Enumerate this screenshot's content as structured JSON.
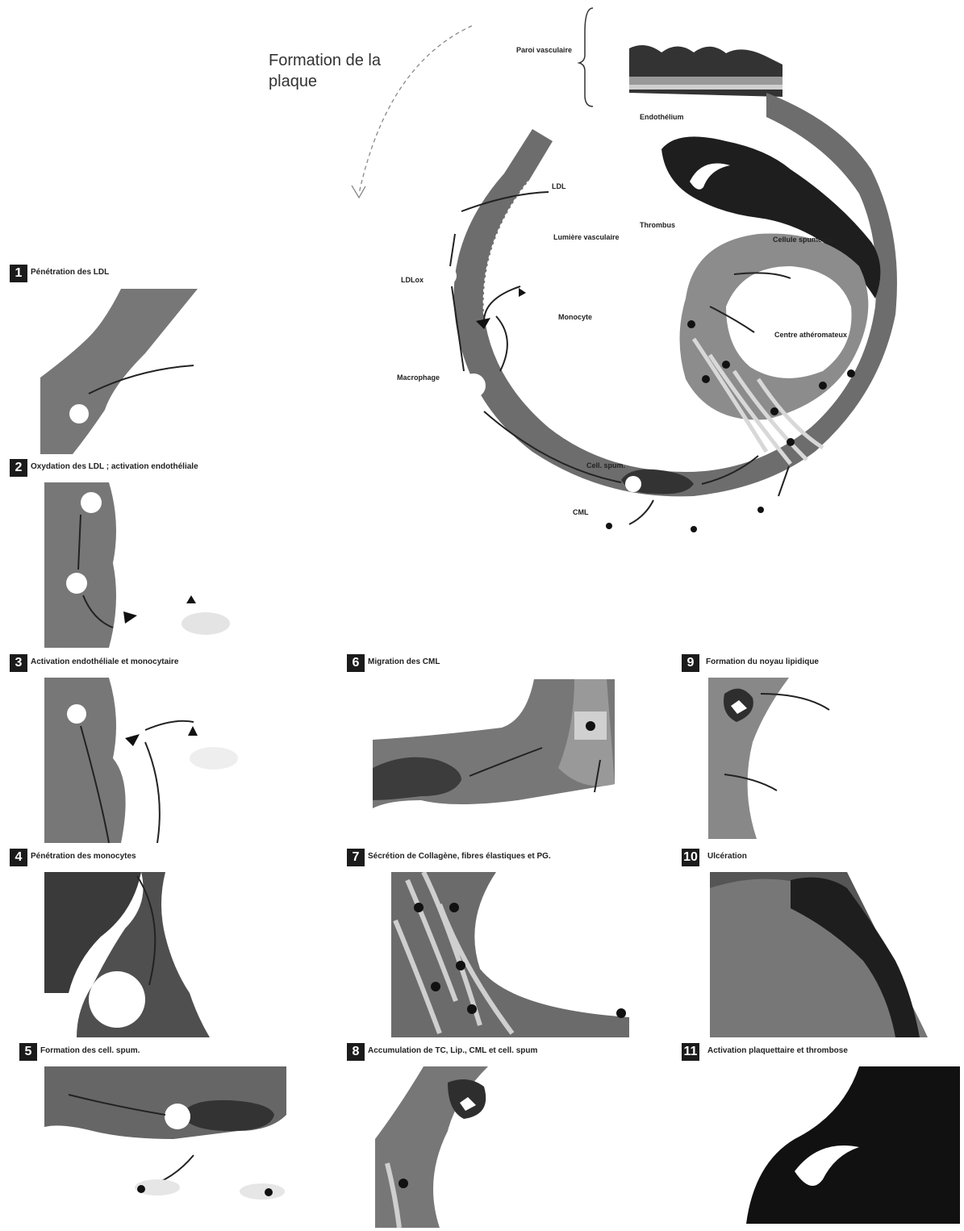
{
  "title": "Formation de la plaque",
  "main_labels": {
    "paroi": "Paroi vasculaire",
    "endothelium": "Endothélium",
    "ldl": "LDL",
    "lumiere": "Lumière vasculaire",
    "thrombus": "Thrombus",
    "cellule_spumeuse": "Cellule spumeuse",
    "ldlox": "LDLox",
    "monocyte": "Monocyte",
    "centre": "Centre athéromateux",
    "macrophage": "Macrophage",
    "cell_spum": "Cell. spum.",
    "cml": "CML"
  },
  "steps": [
    {
      "num": "1",
      "caption": "Pénétration des LDL"
    },
    {
      "num": "2",
      "caption": "Oxydation des LDL ; activation endothéliale"
    },
    {
      "num": "3",
      "caption": "Activation endothéliale et monocytaire"
    },
    {
      "num": "4",
      "caption": "Pénétration des monocytes"
    },
    {
      "num": "5",
      "caption": "Formation des cell. spum."
    },
    {
      "num": "6",
      "caption": "Migration des CML"
    },
    {
      "num": "7",
      "caption": "Sécrétion de Collagène, fibres élastiques et PG."
    },
    {
      "num": "8",
      "caption": "Accumulation de TC, Lip., CML et cell. spum"
    },
    {
      "num": "9",
      "caption": "Formation du noyau lipidique"
    },
    {
      "num": "10",
      "caption": "Ulcération"
    },
    {
      "num": "11",
      "caption": "Activation plaquettaire et thrombose"
    }
  ]
}
